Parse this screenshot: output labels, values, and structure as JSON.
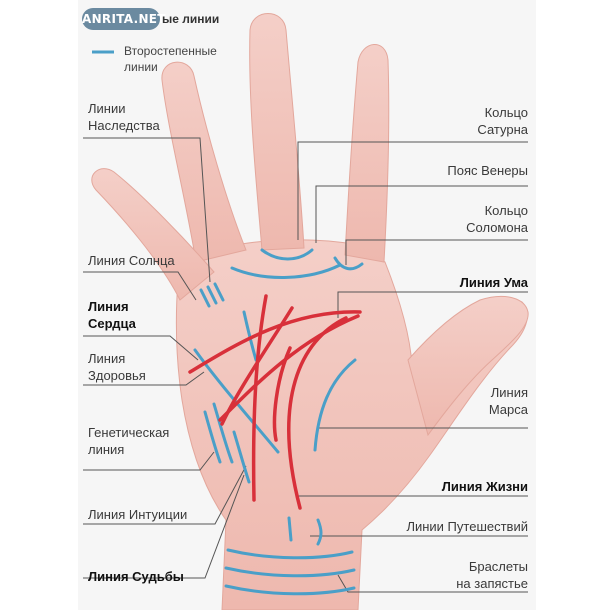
{
  "legend": {
    "logo_text": "ANRITA.NET",
    "main_lines_label": "ые линии",
    "secondary_lines_line1": "Второстепенные",
    "secondary_lines_line2": "линии",
    "main_color": "#d8303a",
    "secondary_color": "#4a9fc8"
  },
  "labels": {
    "heredity_1": "Линии",
    "heredity_2": "Наследства",
    "saturn_1": "Кольцо",
    "saturn_2": "Сатурна",
    "venus_belt": "Пояс Венеры",
    "solomon_1": "Кольцо",
    "solomon_2": "Соломона",
    "sun_line": "Линия Солнца",
    "head_line": "Линия Ума",
    "heart_1": "Линия",
    "heart_2": "Сердца",
    "health_1": "Линия",
    "health_2": "Здоровья",
    "mars_1": "Линия",
    "mars_2": "Марса",
    "genetic_1": "Генетическая",
    "genetic_2": "линия",
    "life_line": "Линия Жизни",
    "intuition_line": "Линия Интуиции",
    "travel_lines": "Линии Путешествий",
    "fate_line": "Линия Судьбы",
    "bracelets_1": "Браслеты",
    "bracelets_2": "на запястье"
  }
}
